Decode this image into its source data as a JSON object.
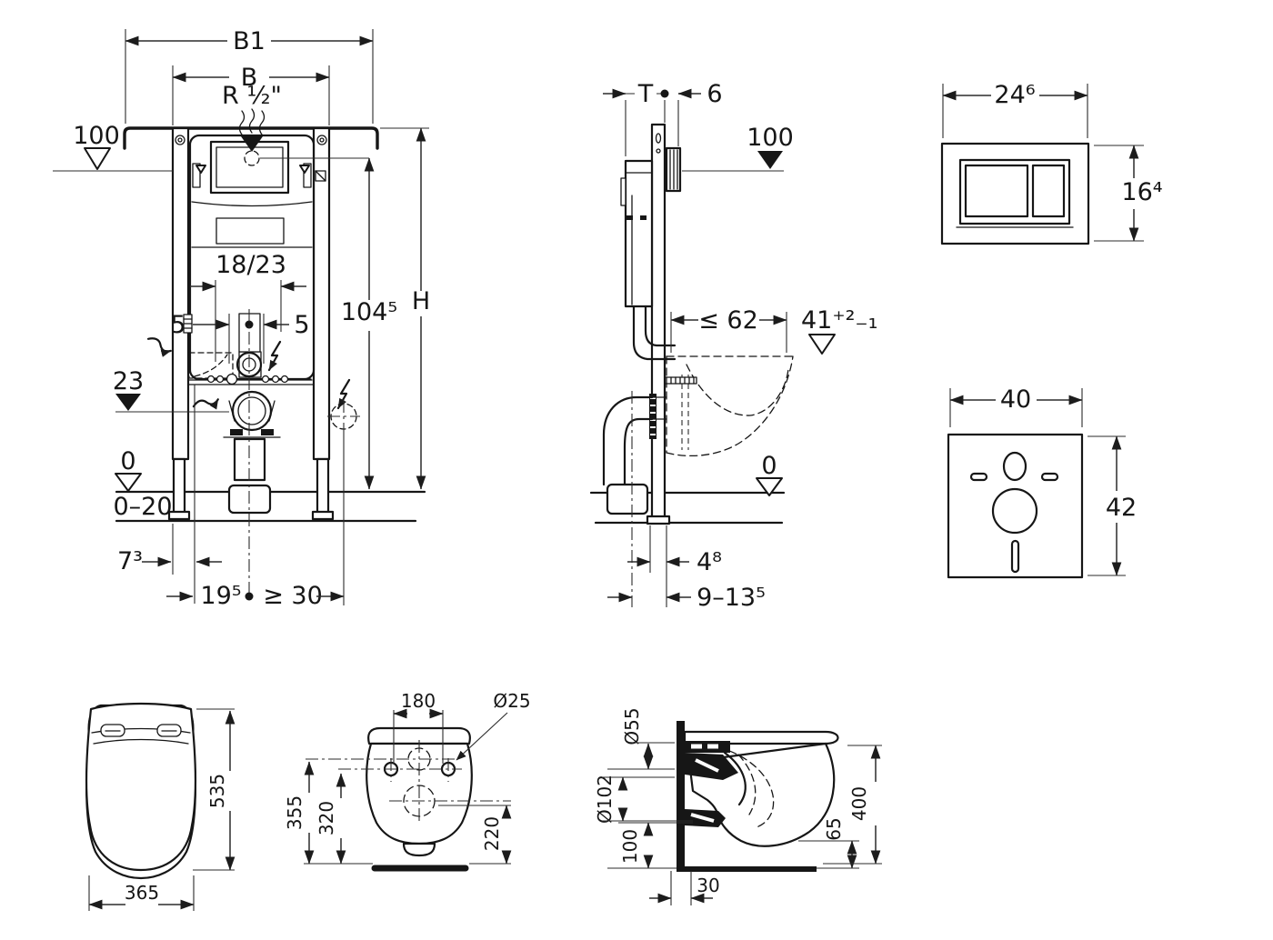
{
  "page": {
    "background": "#ffffff",
    "line_color": "#161616"
  },
  "front_view": {
    "b1": "B1",
    "b": "B",
    "r_half": "R ½\"",
    "level_100": "100",
    "tank_depth": "18/23",
    "offset_left_5": "5",
    "offset_right_5": "5",
    "level_23": "23",
    "level_0": "0",
    "floor_range": "0–20",
    "dim_7_3": "7³",
    "dim_19_5": "19⁵",
    "dim_min_30": "≥ 30",
    "dim_104_5": "104⁵",
    "dim_h": "H"
  },
  "side_view": {
    "t": "T",
    "six": "6",
    "level_100": "100",
    "dim_max_62": "≤ 62",
    "dim_41": "41⁺²₋₁",
    "level_0": "0",
    "dim_4_8": "4⁸",
    "dim_9_13_5": "9–13⁵"
  },
  "flush_plate": {
    "width": "24⁶",
    "height": "16⁴"
  },
  "sound_pad": {
    "width": "40",
    "height": "42"
  },
  "seat_top_view": {
    "depth": "535",
    "width": "365"
  },
  "bowl_rear_view": {
    "hole_spacing": "180",
    "hole_dia": "Ø25",
    "h_total": "355",
    "h_holes": "320",
    "h_outlet": "220"
  },
  "bowl_side_view": {
    "flush_dia": "Ø55",
    "outlet_dia": "Ø102",
    "h_outlet": "100",
    "wall_offset": "30",
    "h_clearance": "65",
    "h_rim": "400"
  }
}
